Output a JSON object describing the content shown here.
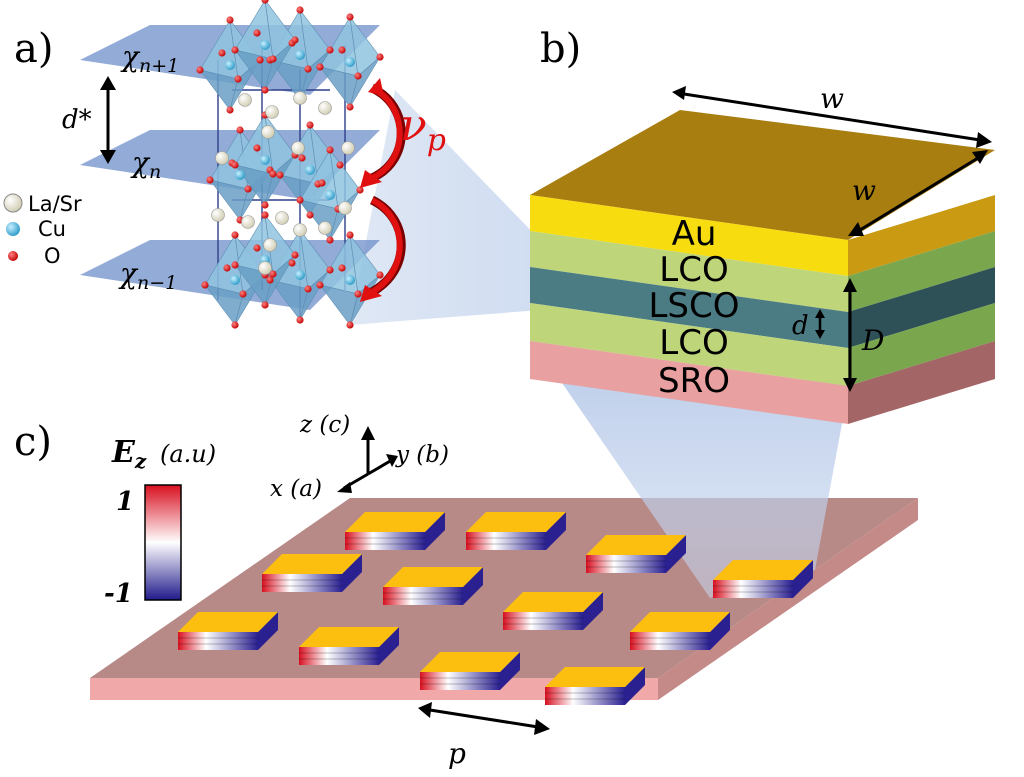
{
  "panels": {
    "a": "a)",
    "b": "b)",
    "c": "c)"
  },
  "panel_a": {
    "chi_top_base": "χ",
    "chi_top_sub": "n+1",
    "chi_mid_base": "χ",
    "chi_mid_sub": "n",
    "chi_bot_base": "χ",
    "chi_bot_sub": "n−1",
    "d_star": "d*",
    "nu_base": "ν",
    "nu_sub": "p",
    "legend": [
      {
        "label": "La/Sr",
        "color": "#efeedd"
      },
      {
        "label": "Cu",
        "color": "#5fc0e6"
      },
      {
        "label": "O",
        "color": "#e01818"
      }
    ]
  },
  "panel_b": {
    "w_top": "w",
    "w_side": "w",
    "d": "d",
    "D": "D",
    "layers": [
      {
        "label": "Au",
        "front": "#f7dd10",
        "side": "#c99a12"
      },
      {
        "label": "LCO",
        "front": "#bed57a",
        "side": "#7aa64d"
      },
      {
        "label": "LSCO",
        "front": "#4b7b83",
        "side": "#2e5158"
      },
      {
        "label": "LCO",
        "front": "#bed57a",
        "side": "#7aa64d"
      },
      {
        "label": "SRO",
        "front": "#e8a0a0",
        "side": "#a36565"
      }
    ],
    "top_color": "#a87e10"
  },
  "panel_c": {
    "colorbar_title_base": "E",
    "colorbar_title_sub": "z",
    "colorbar_units": "(a.u)",
    "colorbar_max": "1",
    "colorbar_min": "-1",
    "axis_z": "z (c)",
    "axis_y": "y (b)",
    "axis_x": "x (a)",
    "p": "p",
    "substrate_color": "#b88a88",
    "pad_top_color": "#fcbf10"
  }
}
